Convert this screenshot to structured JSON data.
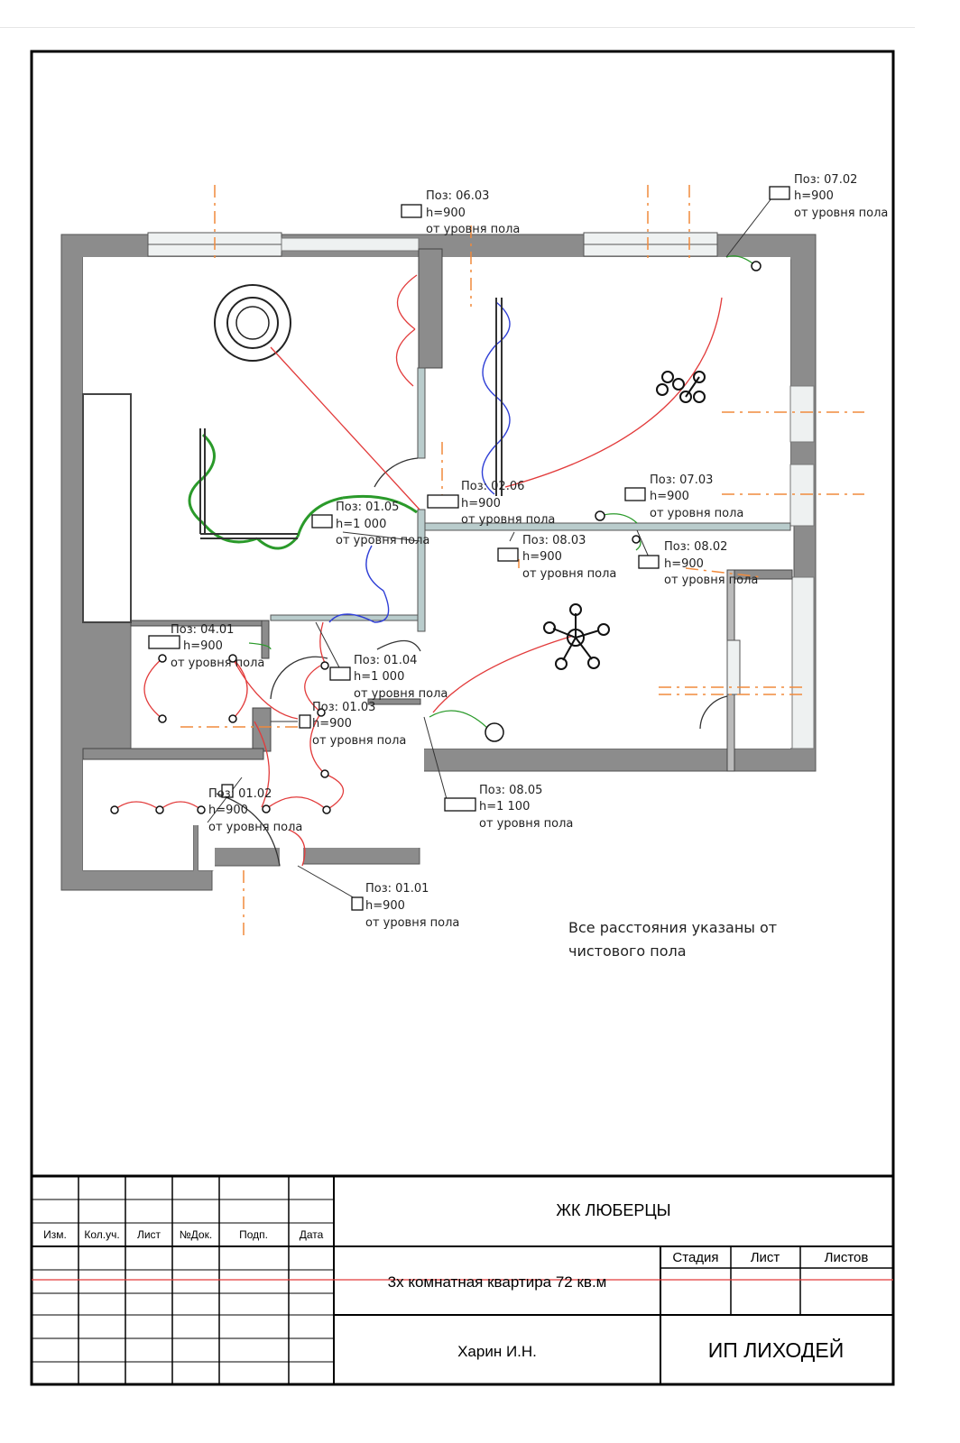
{
  "note": {
    "line1": "Все расстояния указаны от",
    "line2": "чистового пола"
  },
  "labels": [
    {
      "id": "06-03",
      "code": "Поз: 06.03",
      "height": "h=900",
      "ref": "от уровня пола"
    },
    {
      "id": "07-02",
      "code": "Поз: 07.02",
      "height": "h=900",
      "ref": "от уровня пола"
    },
    {
      "id": "07-03",
      "code": "Поз: 07.03",
      "height": "h=900",
      "ref": "от уровня пола"
    },
    {
      "id": "08-02",
      "code": "Поз: 08.02",
      "height": "h=900",
      "ref": "от уровня пола"
    },
    {
      "id": "08-03",
      "code": "Поз: 08.03",
      "height": "h=900",
      "ref": "от уровня пола"
    },
    {
      "id": "02-06",
      "code": "Поз: 02.06",
      "height": "h=900",
      "ref": "от уровня пола"
    },
    {
      "id": "01-05",
      "code": "Поз: 01.05",
      "height": "h=1 000",
      "ref": "от уровня пола"
    },
    {
      "id": "04-01",
      "code": "Поз: 04.01",
      "height": "h=900",
      "ref": "от уровня пола"
    },
    {
      "id": "01-04",
      "code": "Поз: 01.04",
      "height": "h=1 000",
      "ref": "от уровня пола"
    },
    {
      "id": "01-03",
      "code": "Поз: 01.03",
      "height": "h=900",
      "ref": "от уровня пола"
    },
    {
      "id": "01-02",
      "code": "Поз: 01.02",
      "height": "h=900",
      "ref": "от уровня пола"
    },
    {
      "id": "08-05",
      "code": "Поз: 08.05",
      "height": "h=1 100",
      "ref": "от уровня пола"
    },
    {
      "id": "01-01",
      "code": "Поз: 01.01",
      "height": "h=900",
      "ref": "от уровня пола"
    }
  ],
  "titleblock": {
    "headers": {
      "izm": "Изм.",
      "kol": "Кол.уч.",
      "list": "Лист",
      "doc": "№Док.",
      "podp": "Подп.",
      "date": "Дата"
    },
    "project": "ЖК ЛЮБЕРЦЫ",
    "stage_label": "Стадия",
    "sheet_label": "Лист",
    "sheets_label": "Листов",
    "description": "3х комнатная квартира 72 кв.м",
    "author": "Харин И.Н.",
    "company": "ИП ЛИХОДЕЙ"
  },
  "colors": {
    "wall": "#8c8c8c",
    "red_wire": "#e23b3b",
    "blue_wire": "#2f3fd6",
    "green_wire": "#2a9a2a",
    "orange_axis": "#f08a3c"
  }
}
